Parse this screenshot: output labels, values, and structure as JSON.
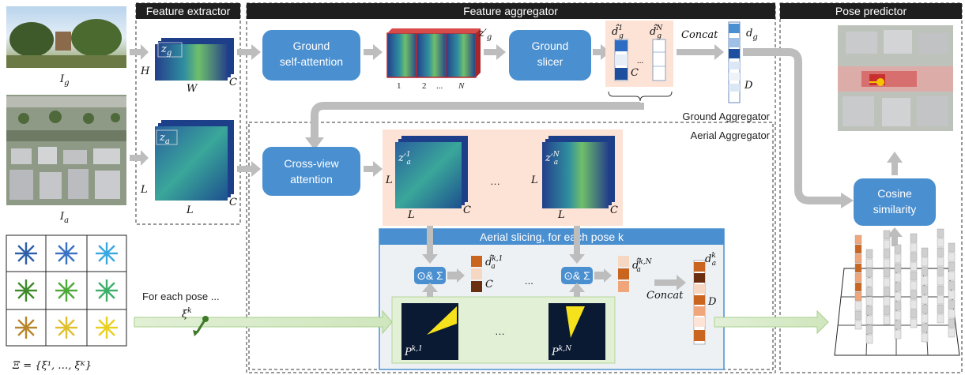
{
  "headers": {
    "feature_extractor": "Feature extractor",
    "feature_aggregator": "Feature aggregator",
    "pose_predictor": "Pose predictor",
    "aerial_slicing": "Aerial slicing, for each pose k"
  },
  "blocks": {
    "ground_self_attention_1": "Ground",
    "ground_self_attention_2": "self-attention",
    "ground_slicer_1": "Ground",
    "ground_slicer_2": "slicer",
    "cross_view_1": "Cross-view",
    "cross_view_2": "attention",
    "cosine_1": "Cosine",
    "cosine_2": "similarity",
    "op": "⊙& Σ"
  },
  "section_labels": {
    "ground_aggregator": "Ground Aggregator",
    "aerial_aggregator": "Aerial Aggregator",
    "concat": "Concat",
    "for_each_pose": "For each pose ..."
  },
  "math": {
    "I_g": "I",
    "I_g_sub": "g",
    "I_a": "I",
    "I_a_sub": "a",
    "z_g": "z",
    "z_g_sub": "g",
    "z_a": "z",
    "z_a_sub": "a",
    "zg_prime": "z′",
    "zg_prime_sub": "g",
    "d_g": "d",
    "d_g_sub": "g",
    "dhat_g1": "d̂",
    "dhat_g1_sup": "1",
    "dhat_g1_sub": "g",
    "dhat_gN": "d̂",
    "dhat_gN_sup": "N",
    "dhat_gN_sub": "g",
    "za1": "z′",
    "za1_sup": "1",
    "za1_sub": "a",
    "zaN": "z′",
    "zaN_sup": "N",
    "zaN_sub": "a",
    "dhat_ak1": "d̂",
    "dhat_ak1_sup": "k,1",
    "dhat_ak1_sub": "a",
    "dhat_akN": "d̂",
    "dhat_akN_sup": "k,N",
    "dhat_akN_sub": "a",
    "d_ak": "d",
    "d_ak_sup": "k",
    "d_ak_sub": "a",
    "P_k1": "P",
    "P_k1_sup": "k,1",
    "P_kN": "P",
    "P_kN_sup": "k,N",
    "xi_k": "ξ",
    "xi_k_sup": "k",
    "Xi_set": "Ξ = {ξ¹, …, ξᴷ}"
  },
  "dims": {
    "H": "H",
    "W": "W",
    "C": "C",
    "L": "L",
    "D": "D",
    "N": "N",
    "one": "1",
    "two": "2",
    "dots": "...",
    "ellipsis": "…"
  }
}
